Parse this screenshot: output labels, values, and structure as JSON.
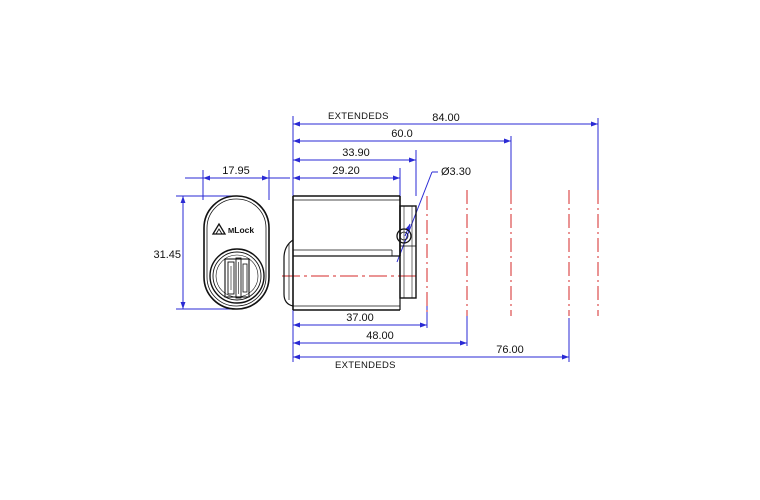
{
  "colors": {
    "dimension": "#2a2ad4",
    "outline": "#111111",
    "centerline": "#d42a2a",
    "background": "#ffffff"
  },
  "front_view": {
    "logo_text": "Lock",
    "width_dim": "17.95",
    "height_dim": "31.45"
  },
  "side_view": {
    "top_note": "EXTENDEDS",
    "bottom_note": "EXTENDEDS",
    "dims": {
      "d84": "84.00",
      "d60": "60.0",
      "d339": "33.90",
      "d292": "29.20",
      "hole": "Ø3.30",
      "d37": "37.00",
      "d48": "48.00",
      "d76": "76.00"
    }
  }
}
